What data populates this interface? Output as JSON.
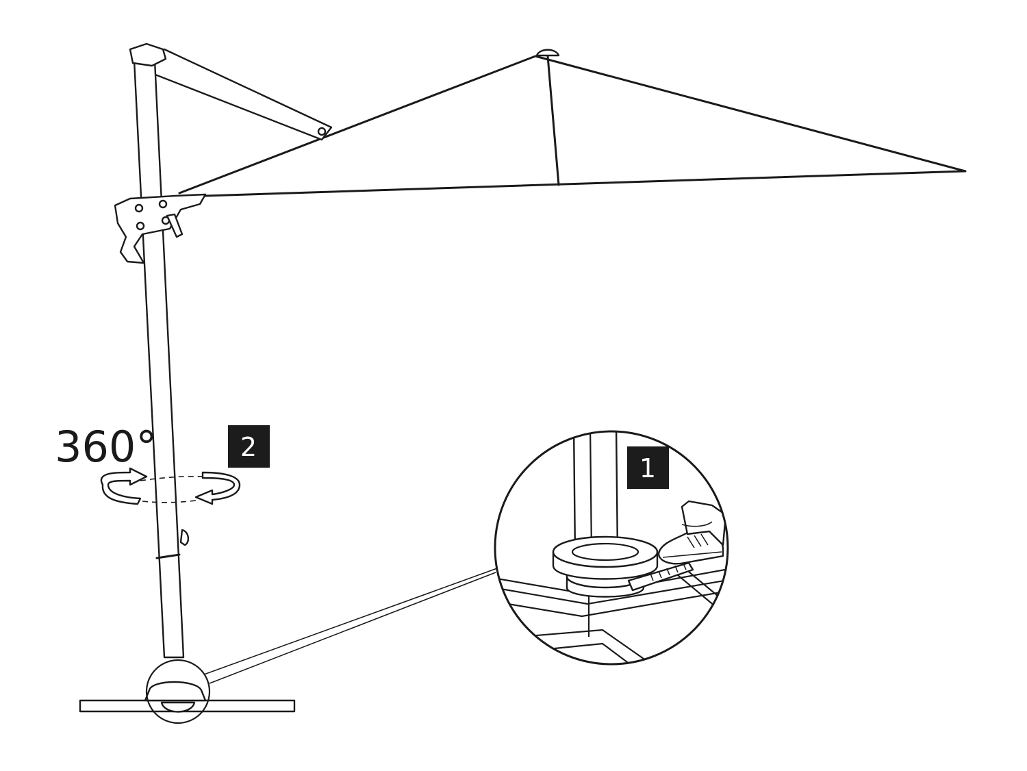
{
  "rotation_label": "360°",
  "steps": [
    {
      "number": "1"
    },
    {
      "number": "2"
    }
  ],
  "colors": {
    "line": "#1a1a1a",
    "badge": "#1c1c1c",
    "badge_text": "#ffffff",
    "background": "#ffffff"
  }
}
